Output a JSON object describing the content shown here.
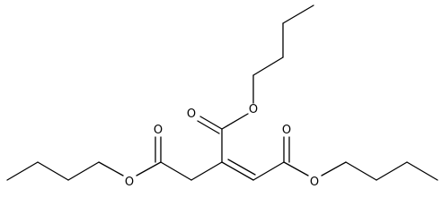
{
  "diagram": {
    "atoms": [
      {
        "id": "o1",
        "label": "O"
      },
      {
        "id": "o2",
        "label": "O"
      },
      {
        "id": "o3",
        "label": "O"
      },
      {
        "id": "o4",
        "label": "O"
      },
      {
        "id": "o5",
        "label": "O"
      },
      {
        "id": "o6",
        "label": "O"
      }
    ],
    "colors": {
      "bond": "#000000",
      "atom_label": "#000000",
      "background": "#ffffff"
    }
  }
}
